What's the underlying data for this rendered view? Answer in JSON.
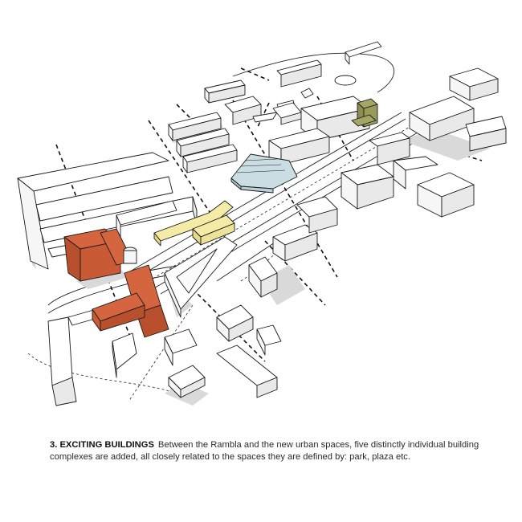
{
  "figure": {
    "type": "axonometric urban massing diagram",
    "highlighted_complexes": [
      {
        "name": "orange-complex",
        "color": "#d5653e",
        "side_color": "#b8502d"
      },
      {
        "name": "yellow-complex",
        "color": "#f3eba6",
        "side_color": "#e2d98a"
      },
      {
        "name": "blue-terraced-complex",
        "color": "#c9dde2",
        "side_color": "#a9c3ca"
      },
      {
        "name": "olive-tower",
        "color": "#a4a663",
        "side_color": "#8c8e4f"
      }
    ],
    "context_building_color": "#ffffff",
    "shadow_color": "#d9d9d9",
    "line_color": "#1a1a1a"
  },
  "caption": {
    "title": "3. EXCITING BUILDINGS",
    "text": "Between the Rambla and the new urban spaces, five distinctly individual building complexes are added, all closely related to the spaces they are defined by: park, plaza etc."
  }
}
